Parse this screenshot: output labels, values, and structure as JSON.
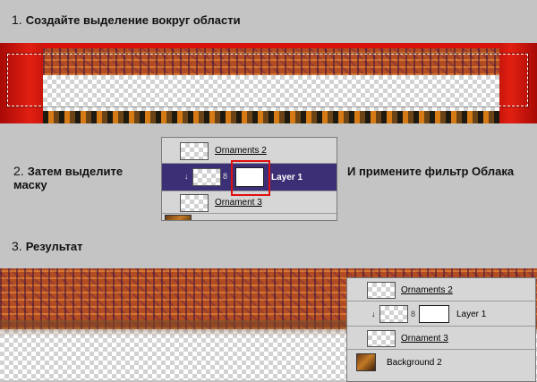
{
  "steps": {
    "s1": {
      "num": "1.",
      "text": "Создайте выделение вокруг области"
    },
    "s2a": {
      "num": "2.",
      "text": "Затем  выделите маску"
    },
    "s2b": {
      "text": "И примените фильтр Облака"
    },
    "s3": {
      "num": "3.",
      "text": "Результат"
    }
  },
  "panel1": {
    "layers": [
      "Ornaments 2",
      "Layer 1",
      "Ornament 3"
    ],
    "selected_color": "#3c2f76",
    "highlight_color": "#e01010"
  },
  "panel2": {
    "layers": [
      "Ornaments 2",
      "Layer 1",
      "Ornament 3",
      "Background 2"
    ]
  },
  "icons": {
    "clip": "↓",
    "link": "8"
  }
}
